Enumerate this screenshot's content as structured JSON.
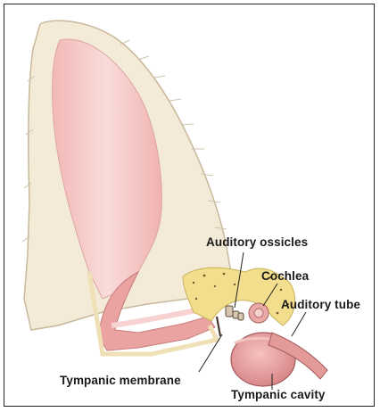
{
  "figure": {
    "labels": {
      "ossicles": "Auditory ossicles",
      "cochlea": "Cochlea",
      "tube": "Auditory tube",
      "membrane": "Tympanic membrane",
      "cavity": "Tympanic cavity"
    }
  }
}
